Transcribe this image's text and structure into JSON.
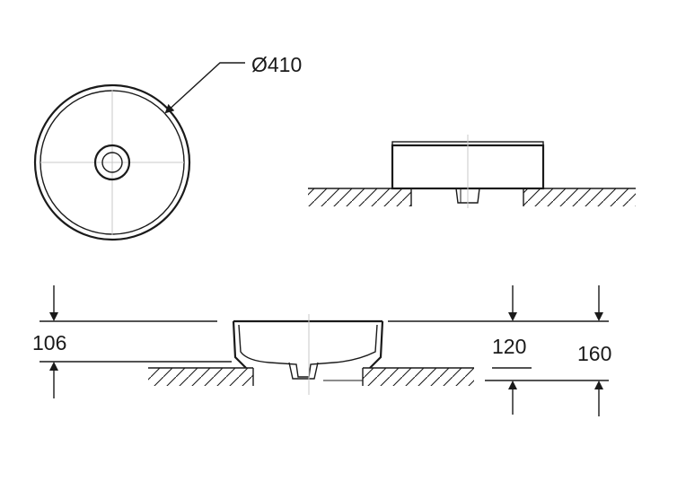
{
  "dimensions": {
    "diameter": "Ø410",
    "depth_inner": "106",
    "height_above": "120",
    "height_total": "160"
  },
  "colors": {
    "line": "#1a1a1a",
    "centerline": "#c8c8c8",
    "background": "#ffffff"
  }
}
